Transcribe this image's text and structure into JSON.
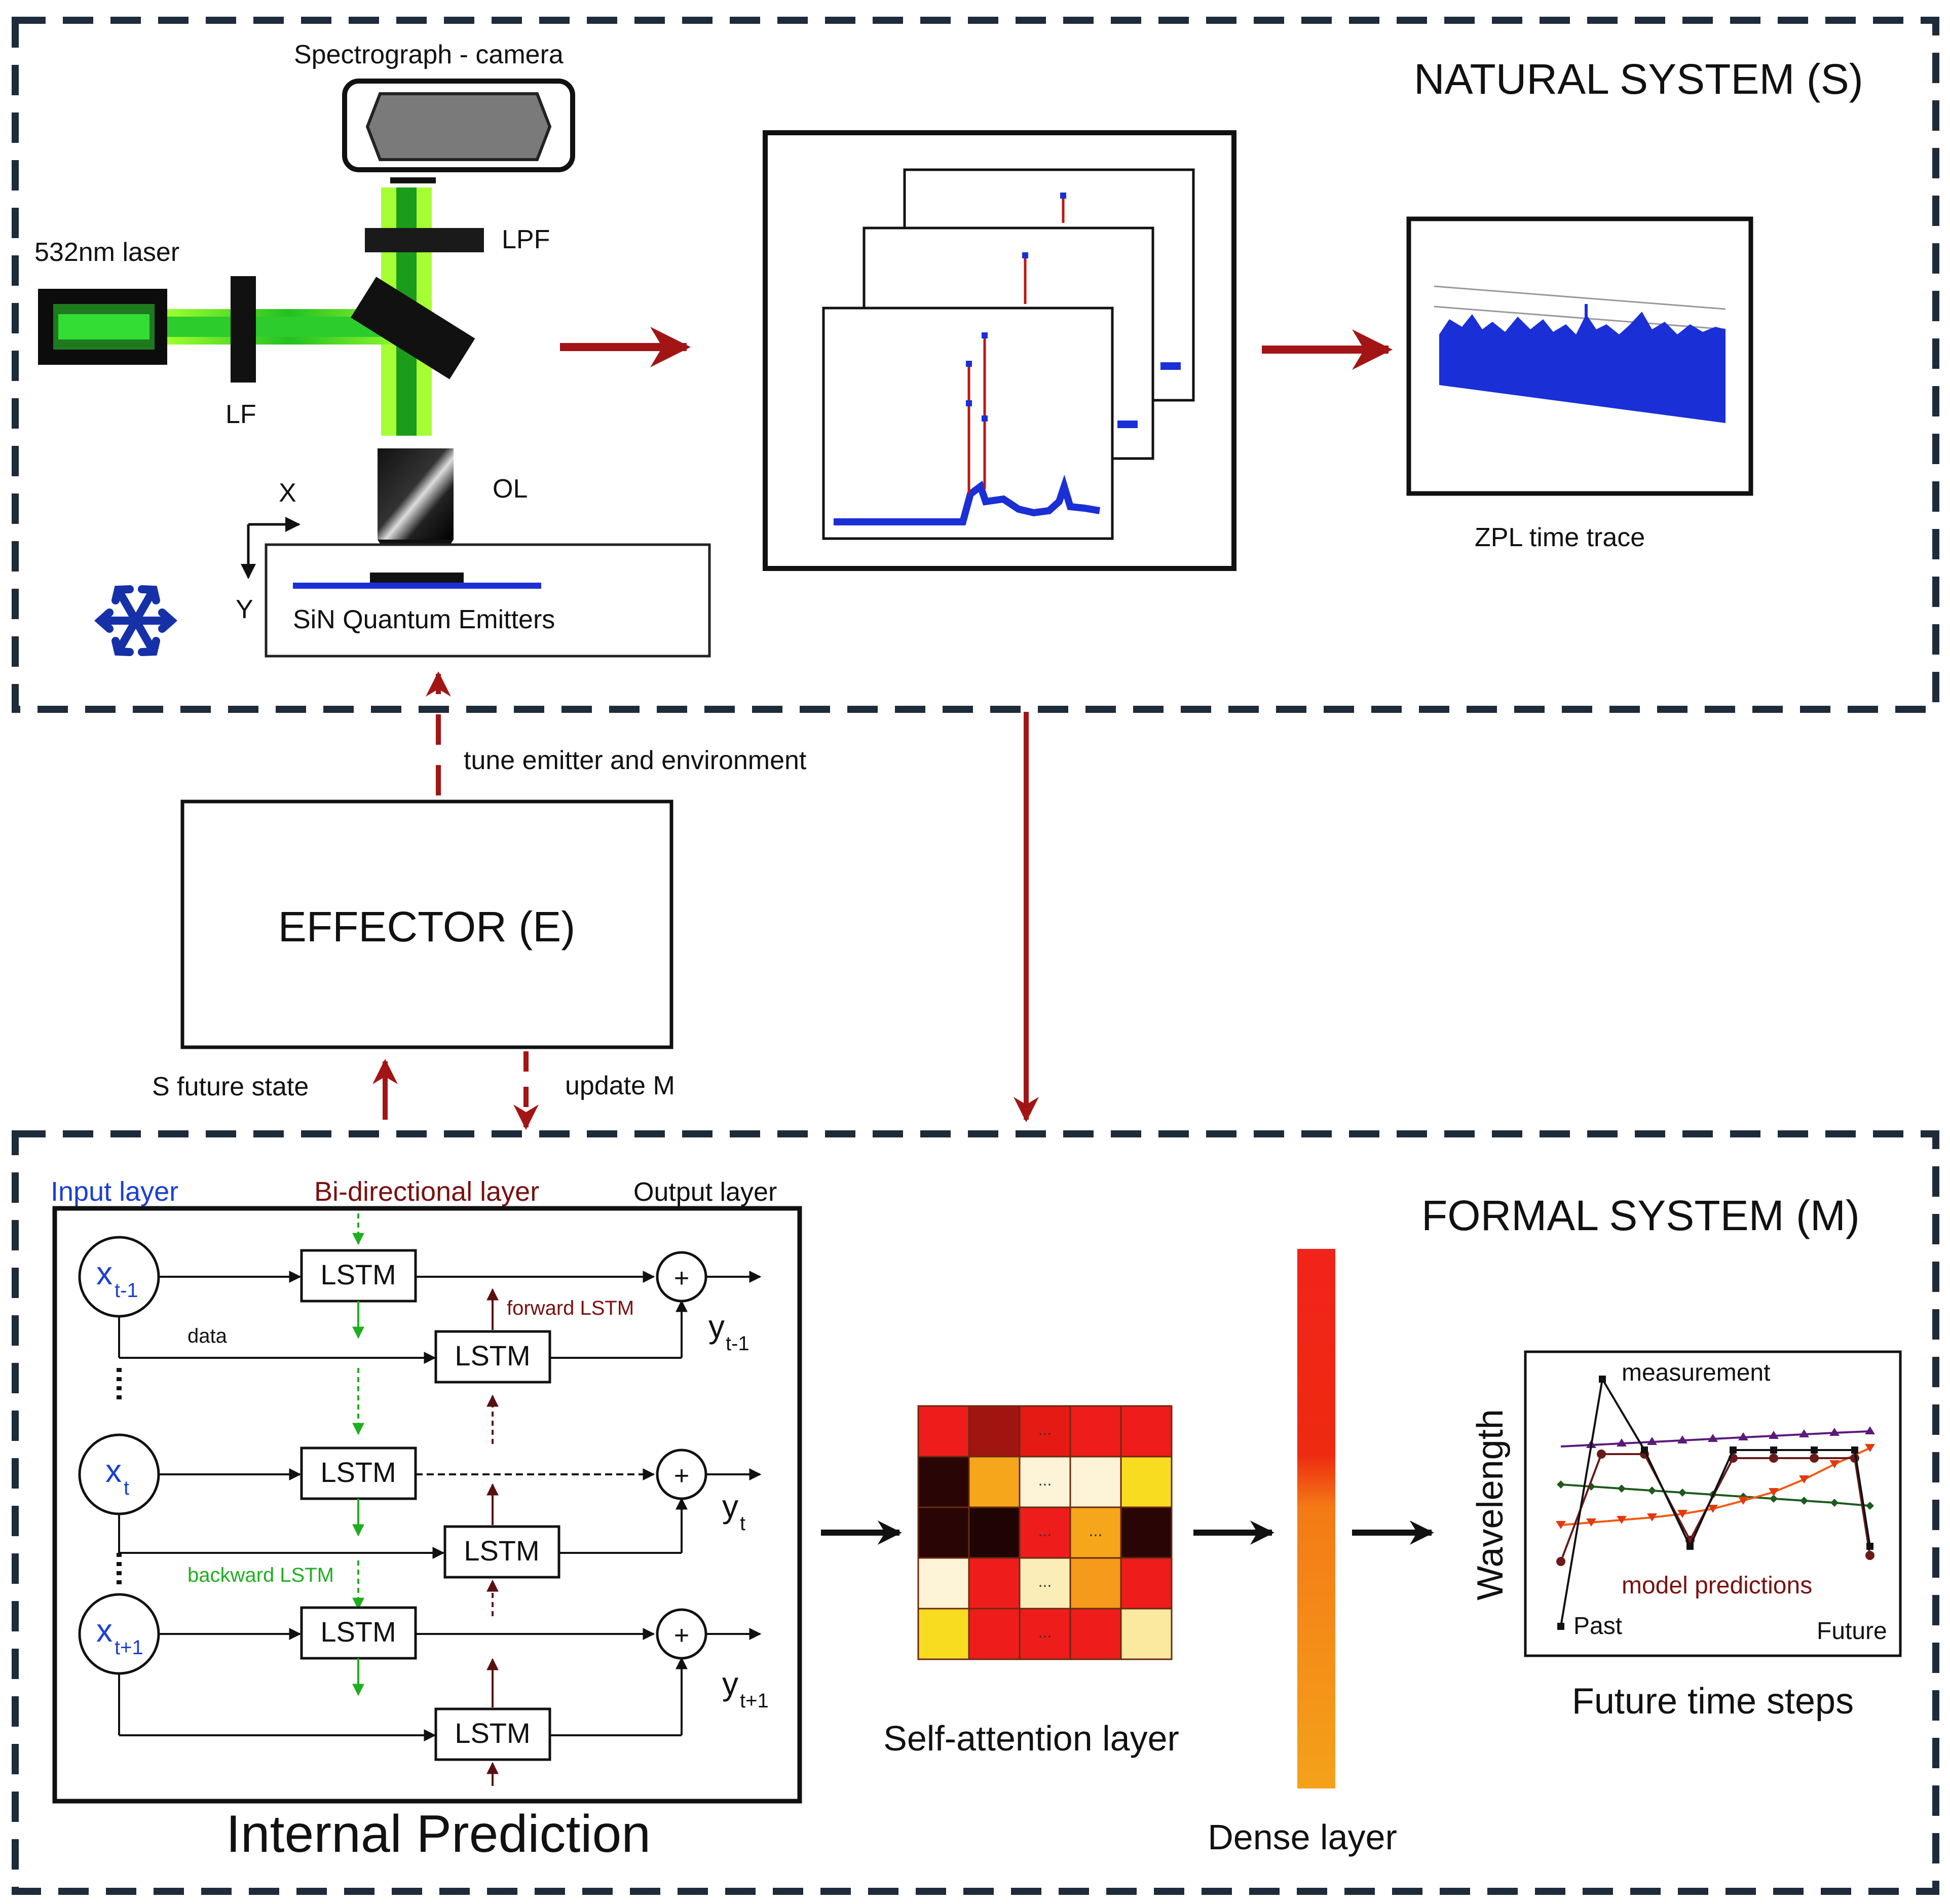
{
  "natural_system": {
    "title": "NATURAL SYSTEM (S)",
    "labels": {
      "camera": "Spectrograph - camera",
      "lpf": "LPF",
      "laser": "532nm laser",
      "lf": "LF",
      "ol": "OL",
      "x_axis": "X",
      "y_axis": "Y",
      "sample": "SiN Quantum Emitters",
      "zpl": "ZPL time trace"
    },
    "icons": [
      "snowflake-icon"
    ]
  },
  "effector": {
    "title": "EFFECTOR (E)",
    "arrows": {
      "tune": "tune emitter and environment",
      "future_state": "S future state",
      "update": "update M"
    }
  },
  "formal_system": {
    "title": "FORMAL SYSTEM (M)",
    "internal_prediction": "Internal Prediction",
    "layers": {
      "input": "Input  layer",
      "bidirectional": "Bi-directional layer",
      "output": "Output layer",
      "self_attention": "Self-attention layer",
      "dense": "Dense layer"
    },
    "lstm_label": "LSTM",
    "plus": "+",
    "forward_lstm": "forward LSTM",
    "backward_lstm": "backward LSTM",
    "data_label": "data",
    "inputs": [
      {
        "base": "x",
        "sub": "t-1"
      },
      {
        "base": "x",
        "sub": "t"
      },
      {
        "base": "x",
        "sub": "t+1"
      }
    ],
    "outputs": [
      {
        "base": "y",
        "sub": "t-1"
      },
      {
        "base": "y",
        "sub": "t"
      },
      {
        "base": "y",
        "sub": "t+1"
      }
    ],
    "attention_ellipsis": "...",
    "prediction_plot": {
      "ylabel": "Wavelength",
      "measurement": "measurement",
      "model_predictions": "model predictions",
      "past": "Past",
      "future": "Future",
      "caption": "Future time steps"
    }
  },
  "colors": {
    "dash_border": "#1d2b3a",
    "arrow_red": "#a31515",
    "input_blue": "#1a3fd6",
    "bi_dark_red": "#7a1010",
    "lstm_green": "#1fae1f",
    "laser_green": "#22d022",
    "spectrum_blue": "#1b2fd6"
  }
}
